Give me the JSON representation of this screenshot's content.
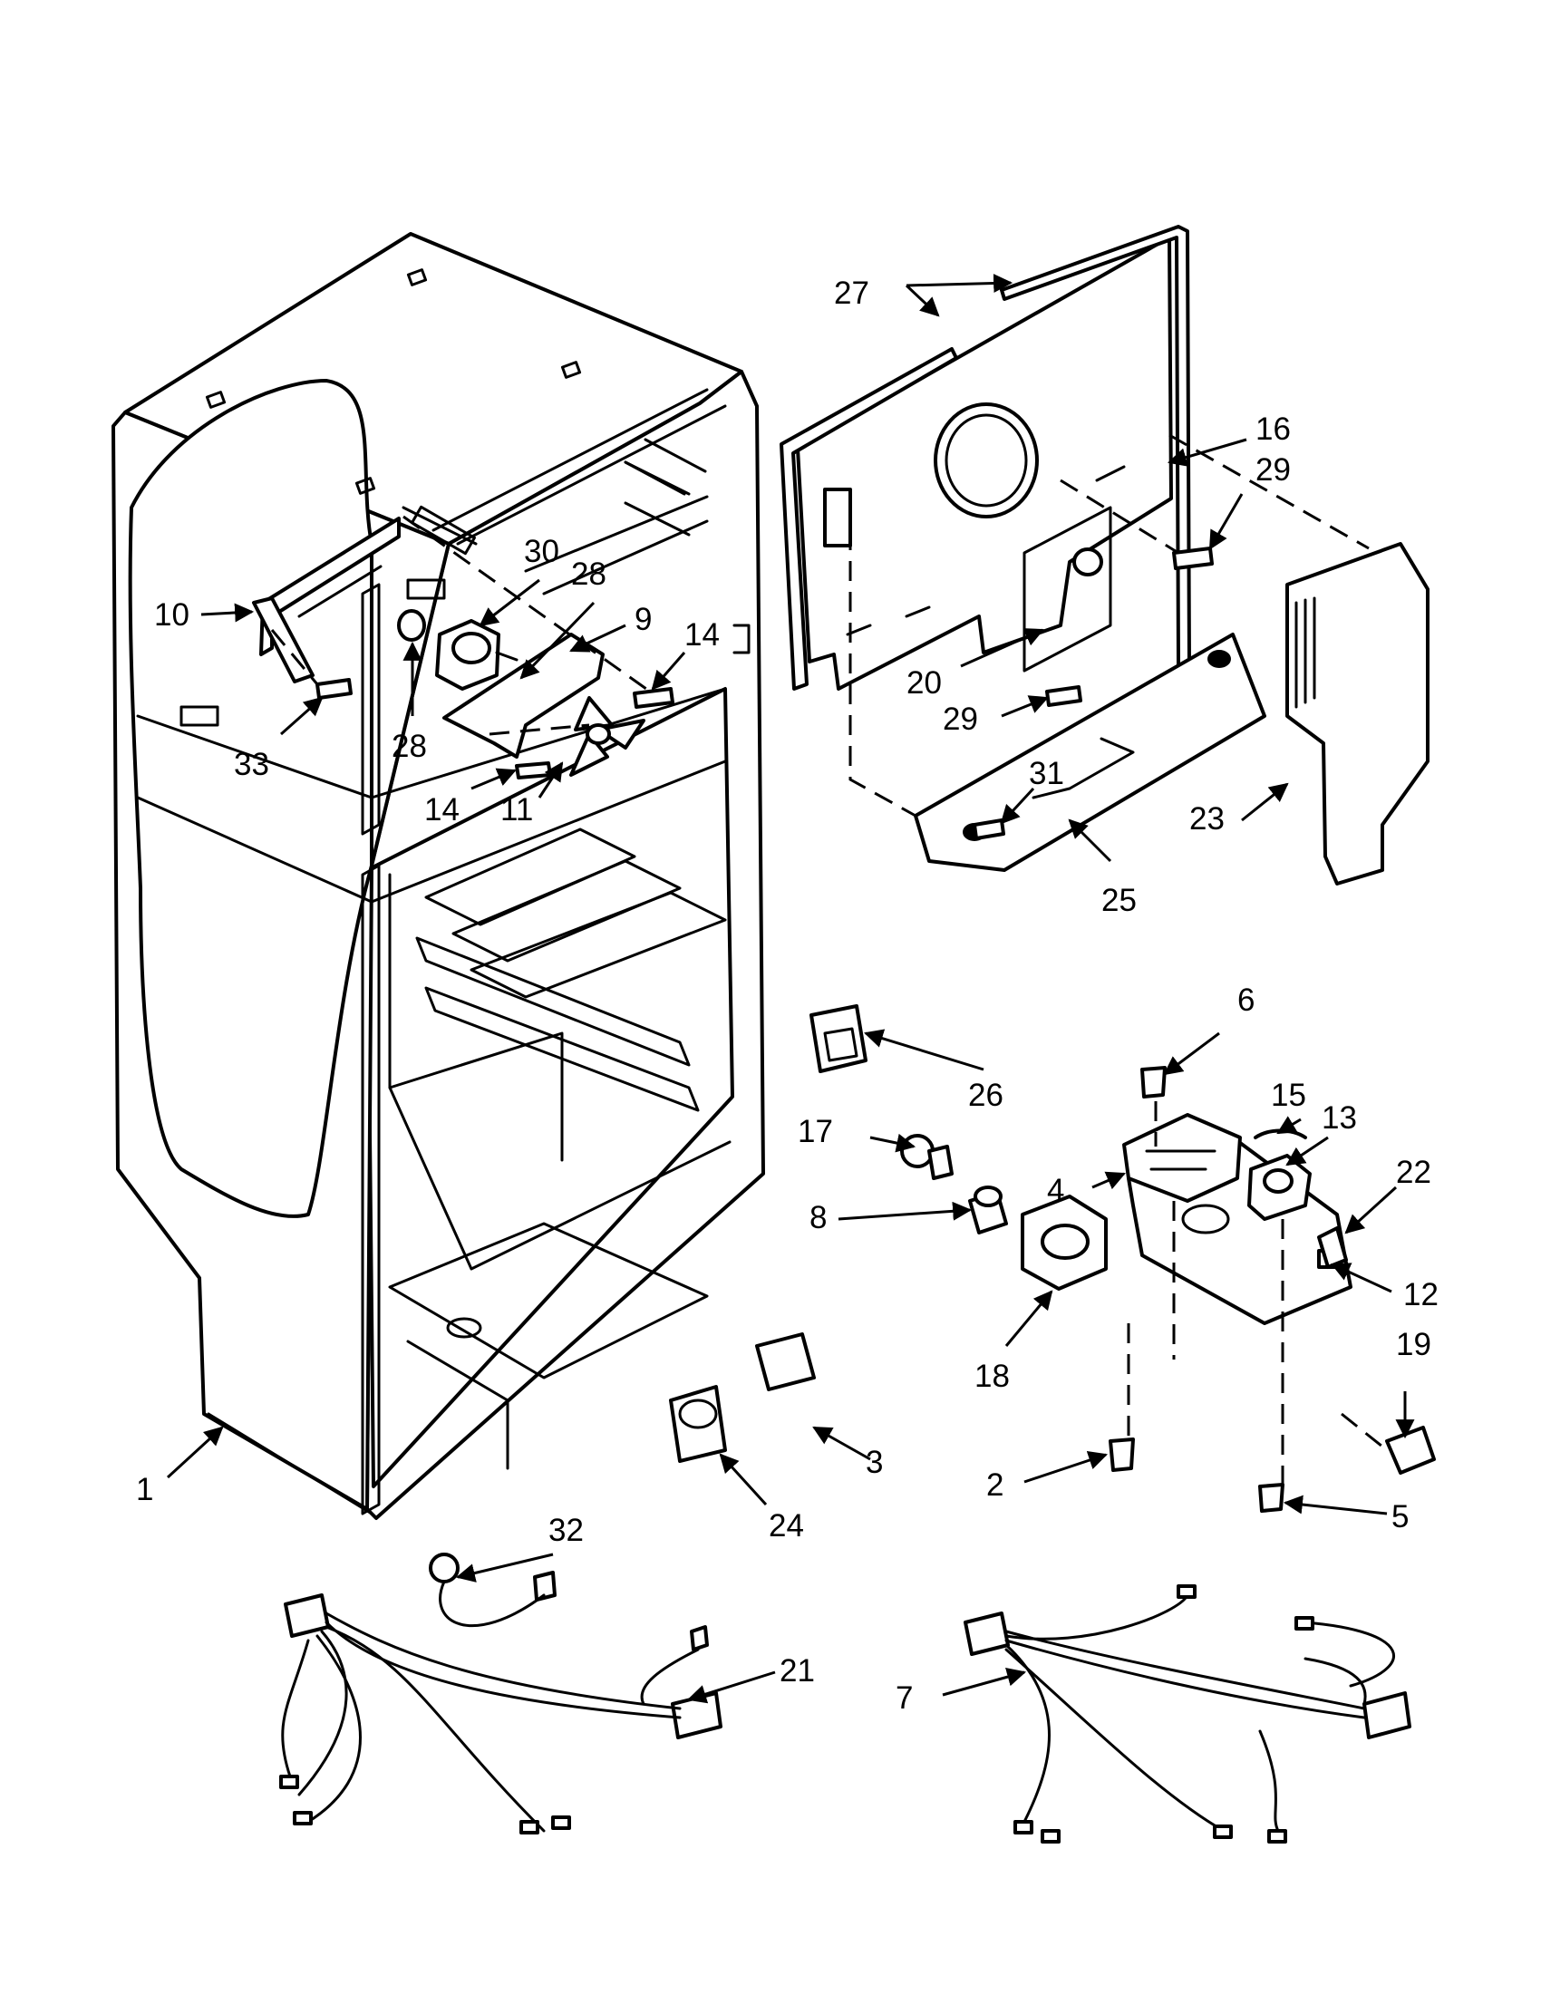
{
  "callouts": [
    {
      "id": "c1",
      "text": "1"
    },
    {
      "id": "c2",
      "text": "2"
    },
    {
      "id": "c3",
      "text": "3"
    },
    {
      "id": "c4",
      "text": "4"
    },
    {
      "id": "c5",
      "text": "5"
    },
    {
      "id": "c6",
      "text": "6"
    },
    {
      "id": "c7",
      "text": "7"
    },
    {
      "id": "c8",
      "text": "8"
    },
    {
      "id": "c9",
      "text": "9"
    },
    {
      "id": "c10",
      "text": "10"
    },
    {
      "id": "c11",
      "text": "11"
    },
    {
      "id": "c12",
      "text": "12"
    },
    {
      "id": "c13",
      "text": "13"
    },
    {
      "id": "c14a",
      "text": "14"
    },
    {
      "id": "c14b",
      "text": "14"
    },
    {
      "id": "c15",
      "text": "15"
    },
    {
      "id": "c16",
      "text": "16"
    },
    {
      "id": "c17",
      "text": "17"
    },
    {
      "id": "c18",
      "text": "18"
    },
    {
      "id": "c19",
      "text": "19"
    },
    {
      "id": "c20",
      "text": "20"
    },
    {
      "id": "c21",
      "text": "21"
    },
    {
      "id": "c22",
      "text": "22"
    },
    {
      "id": "c23",
      "text": "23"
    },
    {
      "id": "c24",
      "text": "24"
    },
    {
      "id": "c25",
      "text": "25"
    },
    {
      "id": "c26",
      "text": "26"
    },
    {
      "id": "c27",
      "text": "27"
    },
    {
      "id": "c28a",
      "text": "28"
    },
    {
      "id": "c28b",
      "text": "28"
    },
    {
      "id": "c29a",
      "text": "29"
    },
    {
      "id": "c29b",
      "text": "29"
    },
    {
      "id": "c30",
      "text": "30"
    },
    {
      "id": "c31",
      "text": "31"
    },
    {
      "id": "c32",
      "text": "32"
    },
    {
      "id": "c33",
      "text": "33"
    }
  ]
}
